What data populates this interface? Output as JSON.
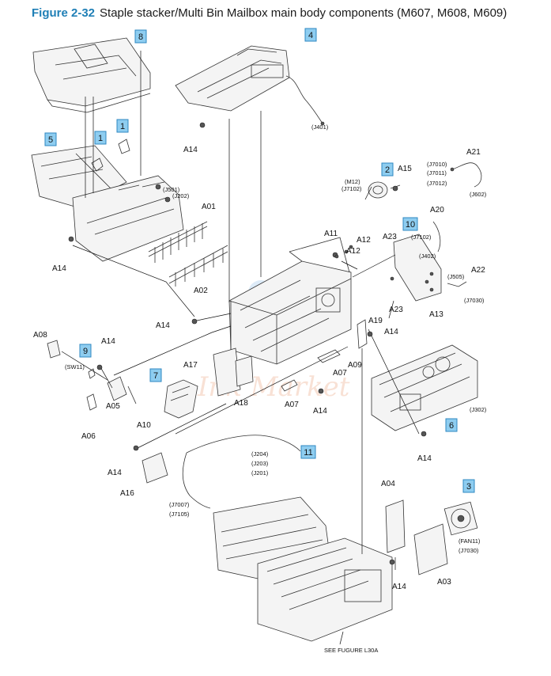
{
  "figure": {
    "number": "Figure 2-32",
    "caption": "Staple stacker/Multi Bin Mailbox main body components (M607, M608, M609)"
  },
  "callouts": [
    {
      "id": "c8",
      "text": "8"
    },
    {
      "id": "c4",
      "text": "4"
    },
    {
      "id": "c5",
      "text": "5"
    },
    {
      "id": "c1a",
      "text": "1"
    },
    {
      "id": "c1b",
      "text": "1"
    },
    {
      "id": "c2",
      "text": "2"
    },
    {
      "id": "c10",
      "text": "10"
    },
    {
      "id": "c9",
      "text": "9"
    },
    {
      "id": "c7",
      "text": "7"
    },
    {
      "id": "c6",
      "text": "6"
    },
    {
      "id": "c11",
      "text": "11"
    },
    {
      "id": "c3",
      "text": "3"
    }
  ],
  "part_labels": [
    {
      "id": "a14_1",
      "text": "A14"
    },
    {
      "id": "a14_2",
      "text": "A14"
    },
    {
      "id": "a14_3",
      "text": "A14"
    },
    {
      "id": "a14_4",
      "text": "A14"
    },
    {
      "id": "a14_5",
      "text": "A14"
    },
    {
      "id": "a14_6",
      "text": "A14"
    },
    {
      "id": "a14_7",
      "text": "A14"
    },
    {
      "id": "a14_8",
      "text": "A14"
    },
    {
      "id": "a14_9",
      "text": "A14"
    },
    {
      "id": "a01",
      "text": "A01"
    },
    {
      "id": "a02",
      "text": "A02"
    },
    {
      "id": "a03",
      "text": "A03"
    },
    {
      "id": "a04",
      "text": "A04"
    },
    {
      "id": "a05",
      "text": "A05"
    },
    {
      "id": "a06",
      "text": "A06"
    },
    {
      "id": "a07_1",
      "text": "A07"
    },
    {
      "id": "a07_2",
      "text": "A07"
    },
    {
      "id": "a08",
      "text": "A08"
    },
    {
      "id": "a09",
      "text": "A09"
    },
    {
      "id": "a10",
      "text": "A10"
    },
    {
      "id": "a11",
      "text": "A11"
    },
    {
      "id": "a12_1",
      "text": "A12"
    },
    {
      "id": "a12_2",
      "text": "A12"
    },
    {
      "id": "a13",
      "text": "A13"
    },
    {
      "id": "a15",
      "text": "A15"
    },
    {
      "id": "a16",
      "text": "A16"
    },
    {
      "id": "a17",
      "text": "A17"
    },
    {
      "id": "a18",
      "text": "A18"
    },
    {
      "id": "a19",
      "text": "A19"
    },
    {
      "id": "a20",
      "text": "A20"
    },
    {
      "id": "a21",
      "text": "A21"
    },
    {
      "id": "a22",
      "text": "A22"
    },
    {
      "id": "a23_1",
      "text": "A23"
    },
    {
      "id": "a23_2",
      "text": "A23"
    }
  ],
  "connector_labels": [
    {
      "id": "j401",
      "text": "(J401)"
    },
    {
      "id": "j501",
      "text": "(J501)"
    },
    {
      "id": "j202",
      "text": "(J202)"
    },
    {
      "id": "m12",
      "text": "(M12)"
    },
    {
      "id": "j7102a",
      "text": "(J7102)"
    },
    {
      "id": "j7010",
      "text": "(J7010)"
    },
    {
      "id": "j7011",
      "text": "(J7011)"
    },
    {
      "id": "j7012",
      "text": "(J7012)"
    },
    {
      "id": "j602",
      "text": "(J602)"
    },
    {
      "id": "j7102b",
      "text": "(J7102)"
    },
    {
      "id": "j402",
      "text": "(J402)"
    },
    {
      "id": "j505",
      "text": "(J505)"
    },
    {
      "id": "j7030a",
      "text": "(J7030)"
    },
    {
      "id": "sw11",
      "text": "(SW11)"
    },
    {
      "id": "j302",
      "text": "(J302)"
    },
    {
      "id": "j204",
      "text": "(J204)"
    },
    {
      "id": "j203",
      "text": "(J203)"
    },
    {
      "id": "j201",
      "text": "(J201)"
    },
    {
      "id": "j7007",
      "text": "(J7007)"
    },
    {
      "id": "j7105",
      "text": "(J7105)"
    },
    {
      "id": "fan11",
      "text": "(FAN11)"
    },
    {
      "id": "j7030b",
      "text": "(J7030)"
    }
  ],
  "footnote": "SEE FUGURE L30A",
  "watermark": "Ink Market"
}
